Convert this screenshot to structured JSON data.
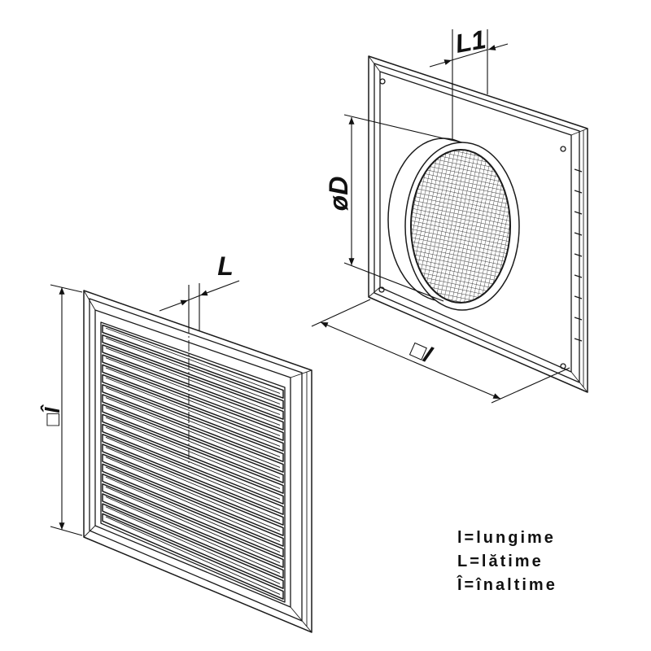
{
  "labels": {
    "duct_depth": "L1",
    "duct_diameter": "øD",
    "plate_length": "□l",
    "grille_width": "L",
    "grille_height": "□Î"
  },
  "legend": {
    "length": "l=lungime",
    "width": "L=lătime",
    "height": "Î=înaltime"
  }
}
